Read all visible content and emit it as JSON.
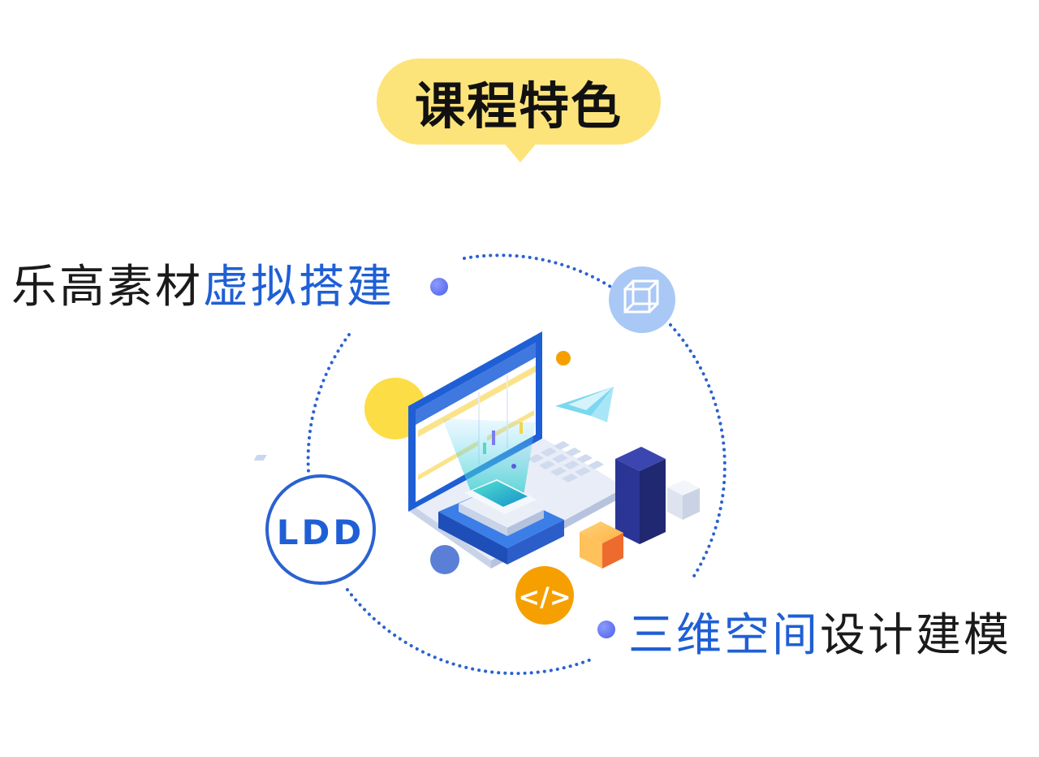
{
  "title": "课程特色",
  "features": [
    {
      "dark": "乐高素材",
      "blue": "虚拟搭建"
    },
    {
      "blue": "三维空间",
      "dark": "设计建模"
    }
  ],
  "badges": {
    "ldd": "LDD",
    "code": "</>"
  },
  "colors": {
    "accent_blue": "#1f5fd6",
    "title_bg": "#fde47a",
    "orange": "#f5a000",
    "text_dark": "#1a1a1a"
  },
  "icons": [
    "cube-icon",
    "paper-plane-icon",
    "laptop-illustration",
    "code-icon"
  ]
}
